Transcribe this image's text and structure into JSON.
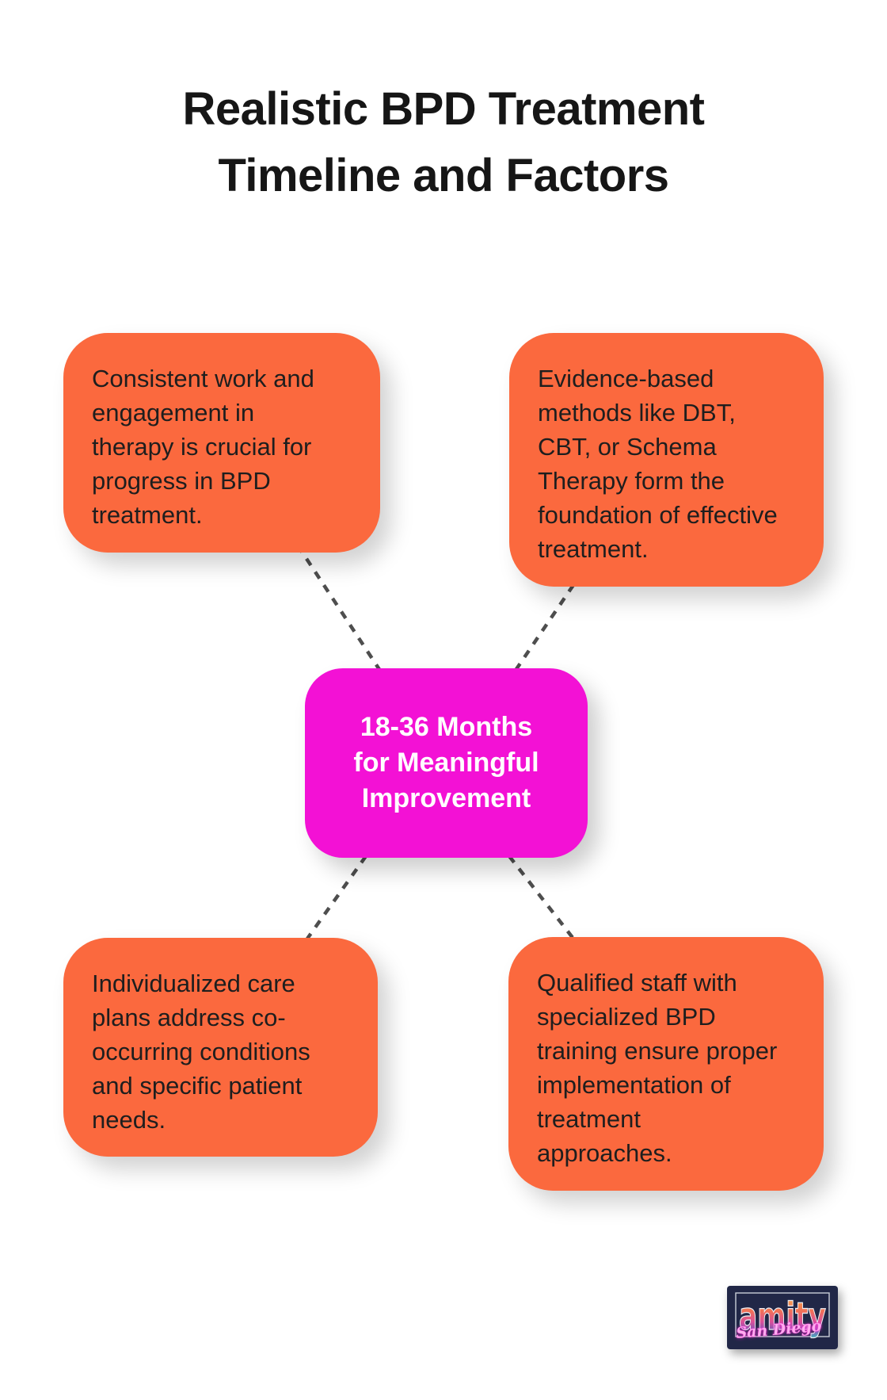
{
  "title": {
    "text": "Realistic BPD Treatment Timeline and Factors",
    "line1": "Realistic BPD Treatment",
    "line2": "Timeline and Factors"
  },
  "center_node": {
    "text": "18-36 Months for Meaningful Improvement",
    "lines": "18-36 Months\nfor Meaningful\nImprovement"
  },
  "factors": [
    {
      "position": "top-left",
      "text": "Consistent work and\nengagement in\ntherapy is crucial for\nprogress in BPD\ntreatment."
    },
    {
      "position": "top-right",
      "text": "Evidence-based\nmethods like DBT,\nCBT, or Schema\nTherapy form the\nfoundation of effective\ntreatment."
    },
    {
      "position": "bottom-left",
      "text": "Individualized care\nplans address co-\noccurring conditions\nand specific patient\nneeds."
    },
    {
      "position": "bottom-right",
      "text": "Qualified staff with\nspecialized BPD\ntraining ensure proper\nimplementation of\ntreatment\napproaches."
    }
  ],
  "colors": {
    "factor_card_bg": "#FB693E",
    "center_node_bg": "#F311D5",
    "center_text": "#FFFFFF",
    "body_text": "#1E1E1E",
    "title_text": "#161616",
    "connector": "#4E4E4E",
    "page_bg": "#FFFFFF",
    "logo_bg": "#212747"
  },
  "connector_style": "dashed",
  "logo": {
    "brand": "amity",
    "location": "San Diego"
  }
}
